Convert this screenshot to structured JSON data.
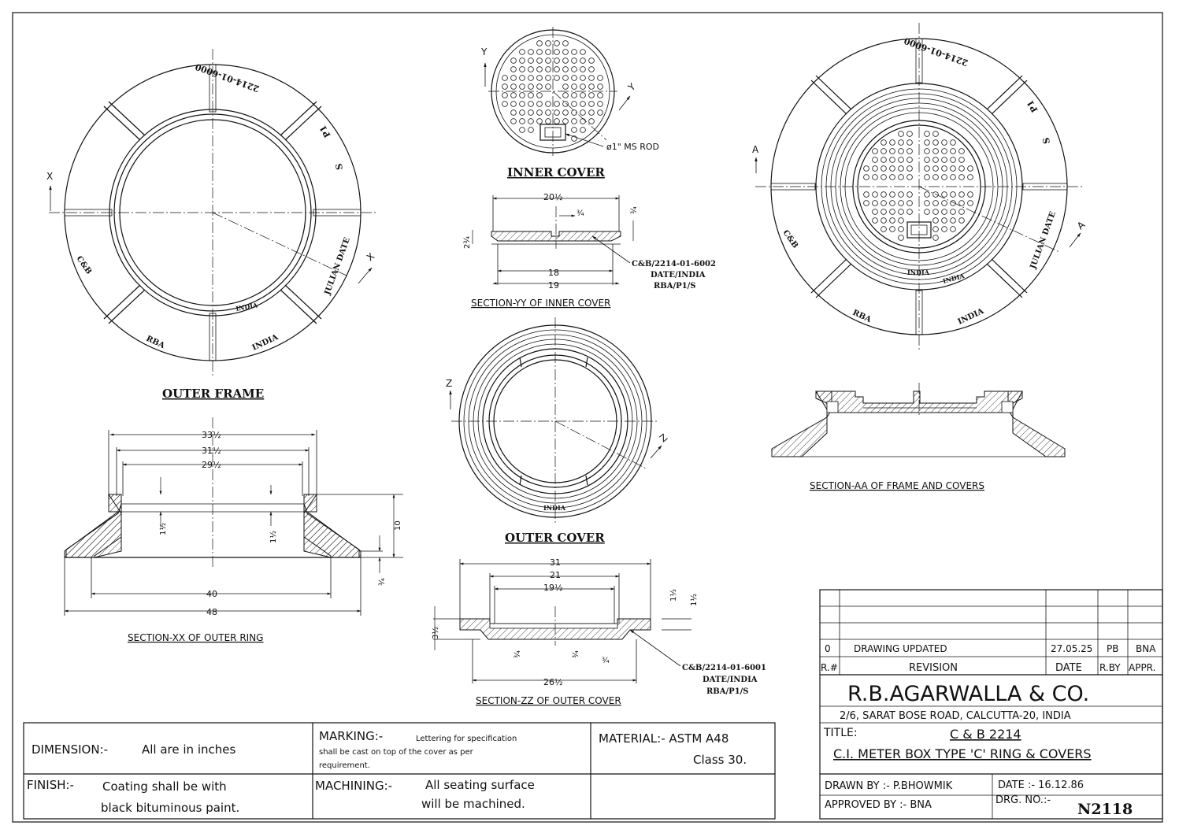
{
  "views": {
    "outer_frame": {
      "title": "OUTER FRAME",
      "markings": [
        "2214-01-6000",
        "P1",
        "S",
        "JULIAN DATE",
        "INDIA",
        "RBA",
        "C&B",
        "INDIA"
      ],
      "section_markers": [
        "X",
        "X"
      ]
    },
    "inner_cover": {
      "title": "INNER COVER",
      "section_markers": [
        "Y",
        "Y"
      ],
      "rod_note": "ø1\" MS ROD"
    },
    "outer_cover": {
      "title": "OUTER COVER",
      "marking": "INDIA",
      "section_markers": [
        "Z",
        "Z"
      ]
    },
    "assembly": {
      "markings": [
        "2214-01-6000",
        "P1",
        "S",
        "JULIAN DATE",
        "INDIA",
        "RBA",
        "C&B",
        "INDIA",
        "INDIA"
      ],
      "section_markers": [
        "A",
        "A"
      ]
    }
  },
  "sections": {
    "xx": {
      "caption": "SECTION-XX OF OUTER RING",
      "dims": [
        "33½",
        "31½",
        "29½",
        "1½",
        "1½",
        "10",
        "¾",
        "40",
        "48"
      ]
    },
    "yy": {
      "caption": "SECTION-YY OF INNER COVER",
      "dims": [
        "20½",
        "¾",
        "¾",
        "2¾",
        "18",
        "19"
      ],
      "note": [
        "C&B/2214-01-6002",
        "DATE/INDIA",
        "RBA/P1/S"
      ]
    },
    "zz": {
      "caption": "SECTION-ZZ OF OUTER COVER",
      "dims": [
        "31",
        "21",
        "19½",
        "1½",
        "1½",
        "3½",
        "¾",
        "¾",
        "¾",
        "26½"
      ],
      "note": [
        "C&B/2214-01-6001",
        "DATE/INDIA",
        "RBA/P1/S"
      ]
    },
    "aa": {
      "caption": "SECTION-AA OF FRAME AND COVERS"
    }
  },
  "notes": {
    "dimension_label": "DIMENSION:-",
    "dimension_text": "All are in inches",
    "marking_label": "MARKING:-",
    "marking_text_1": "Lettering for specification",
    "marking_text_2": "shall be cast on top of the cover as per",
    "marking_text_3": "requirement.",
    "material_label": "MATERIAL:- ASTM A48",
    "material_text": "Class 30.",
    "finish_label": "FINISH:-",
    "finish_text_1": "Coating shall be with",
    "finish_text_2": "black bituminous paint.",
    "machining_label": "MACHINING:-",
    "machining_text_1": "All seating surface",
    "machining_text_2": "will be machined."
  },
  "title_block": {
    "revisions": [
      {
        "no": "0",
        "text": "DRAWING UPDATED",
        "date": "27.05.25",
        "by": "PB",
        "appr": "BNA"
      }
    ],
    "rev_header": {
      "no": "R.#",
      "text": "REVISION",
      "date": "DATE",
      "by": "R.BY",
      "appr": "APPR."
    },
    "company": "R.B.AGARWALLA & CO.",
    "address": "2/6, SARAT BOSE ROAD, CALCUTTA-20, INDIA",
    "title_label": "TITLE:",
    "title_1": "C & B 2214",
    "title_2": "C.I. METER BOX TYPE 'C' RING & COVERS",
    "drawn_by": "DRAWN BY :-  P.BHOWMIK",
    "date": "DATE :-  16.12.86",
    "approved_by": "APPROVED BY :-   BNA",
    "drg_no_label": "DRG. NO.:-",
    "drg_no": "N2118"
  }
}
